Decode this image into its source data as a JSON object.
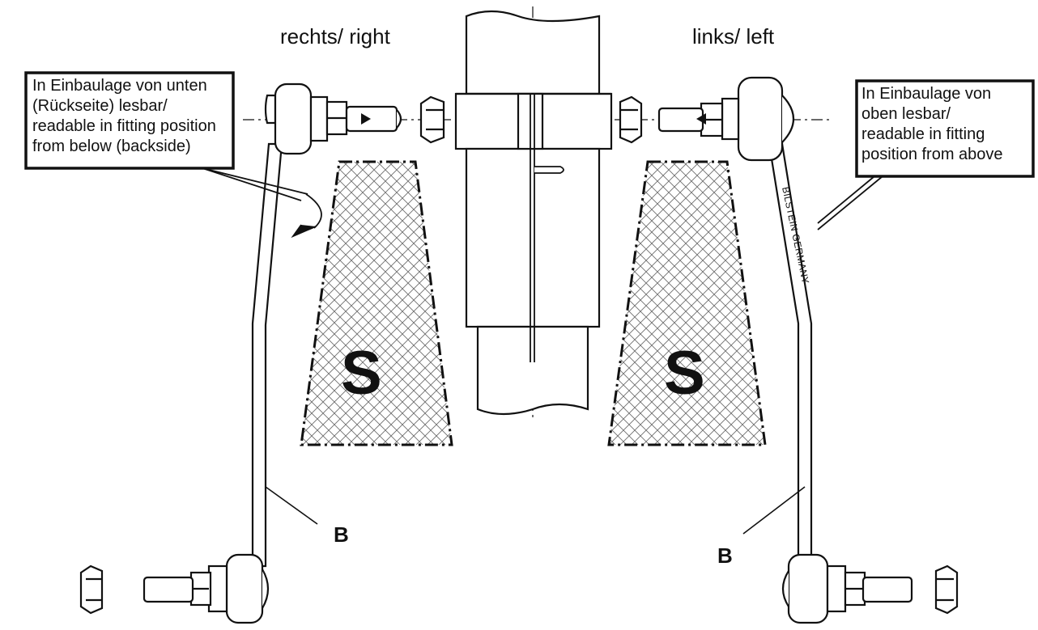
{
  "labels": {
    "right_side": "rechts/ right",
    "left_side": "links/ left"
  },
  "callouts": {
    "right": [
      "In Einbaulage von unten",
      "(Rückseite) lesbar/",
      "readable in fitting position",
      "from below (backside)"
    ],
    "left": [
      "In Einbaulage von",
      "oben lesbar/",
      "readable in fitting",
      "position from above"
    ]
  },
  "parts": {
    "link_right": "B",
    "link_left": "B",
    "support_right": "S",
    "support_left": "S"
  },
  "engraving": "BILSTEIN GERMANY",
  "colors": {
    "line": "#111111",
    "paper": "#ffffff",
    "hatch": "#6e6e6e"
  }
}
